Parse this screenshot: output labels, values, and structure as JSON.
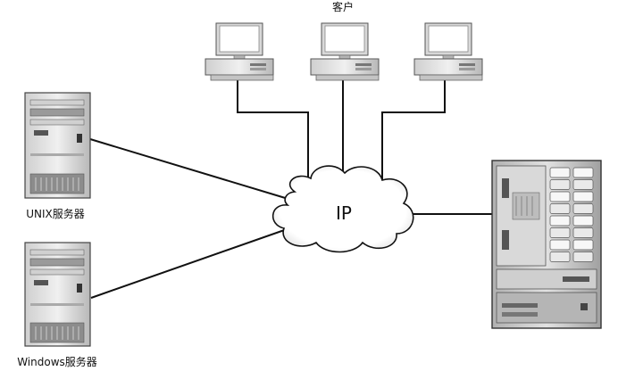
{
  "diagram": {
    "clients_label": "客户",
    "cloud_label": "IP",
    "unix_server_label": "UNIX服务器",
    "windows_server_label": "Windows服务器"
  },
  "colors": {
    "line": "#111111",
    "device_light": "#efefef",
    "device_mid": "#c9c9c9",
    "device_dark": "#7a7a7a",
    "cloud_fill": "#ffffff"
  }
}
